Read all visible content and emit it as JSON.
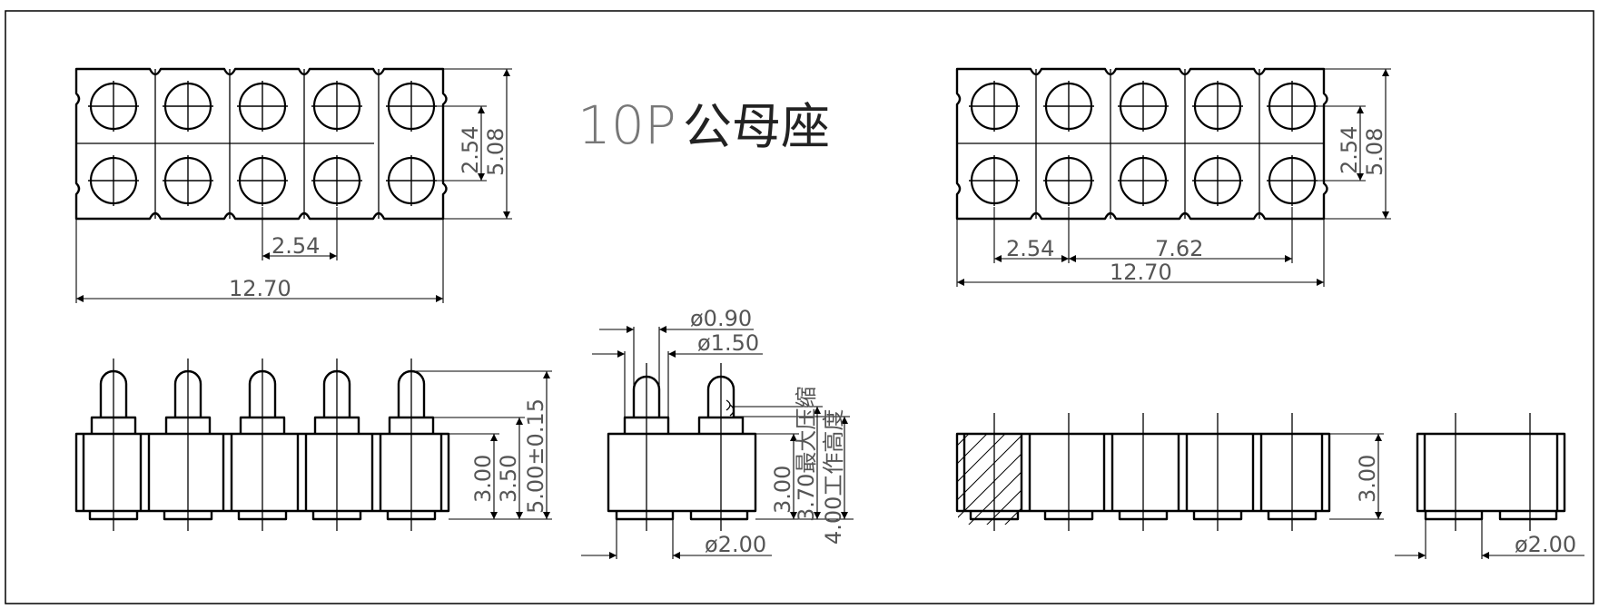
{
  "title": {
    "model": "10P",
    "name": "公母座"
  },
  "top_left_view": {
    "pitch": "2.54",
    "width": "12.70",
    "row_pitch": "2.54",
    "height": "5.08"
  },
  "top_right_view": {
    "pitch": "2.54",
    "span": "7.62",
    "width": "12.70",
    "row_pitch": "2.54",
    "height": "5.08"
  },
  "side_left_view": {
    "body_height": "3.00",
    "pin_step_height": "3.50",
    "total_height": "5.00±0.15"
  },
  "side_middle_view": {
    "pin_tip_dia": "ø0.90",
    "pin_dia": "ø1.50",
    "body_height": "3.00",
    "max_compression": "3.70最大压缩",
    "working_height": "4.00工作高度",
    "base_dia": "ø2.00"
  },
  "side_right_view": {
    "body_height": "3.00"
  },
  "end_view": {
    "base_dia": "ø2.00"
  }
}
